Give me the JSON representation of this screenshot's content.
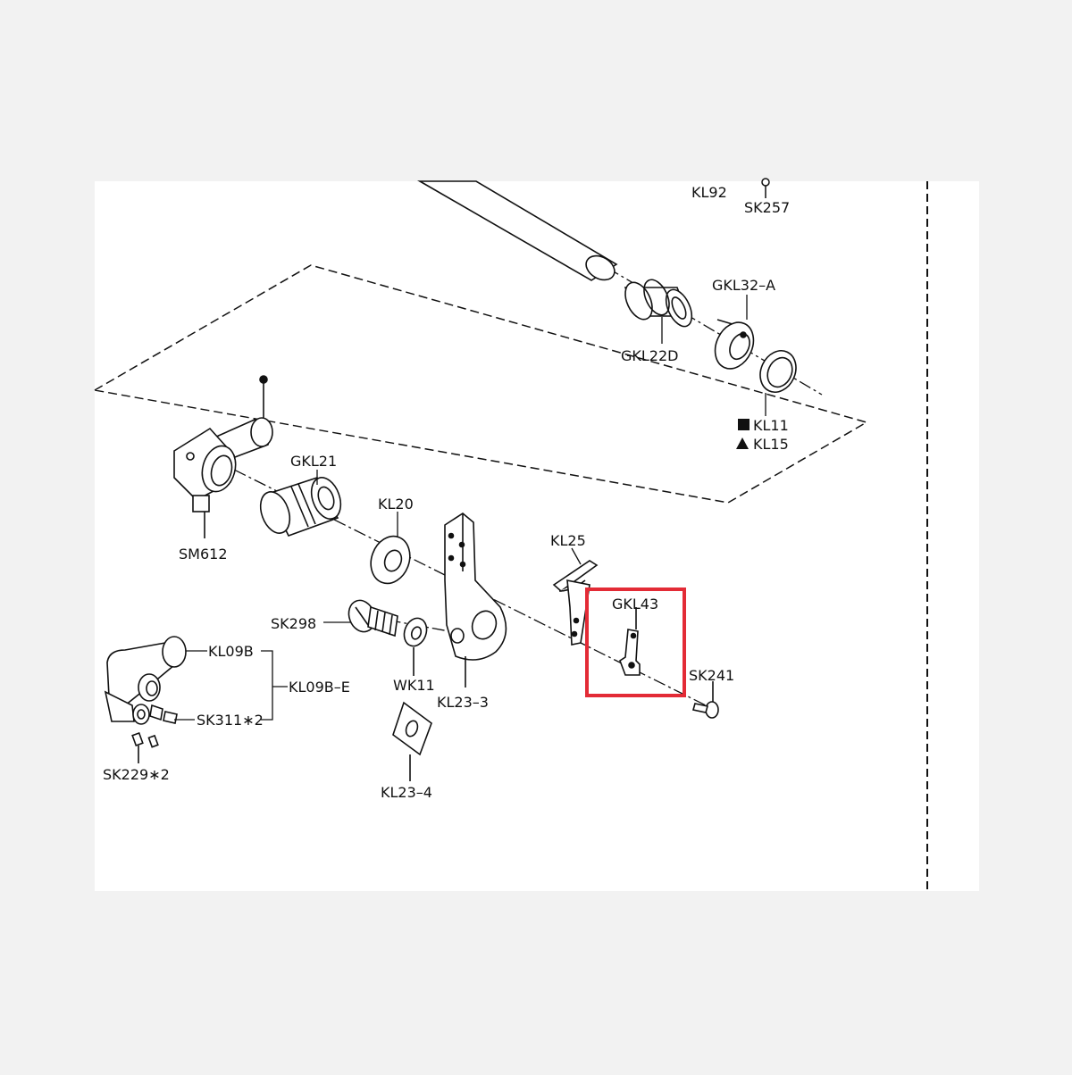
{
  "diagram": {
    "highlight_color": "#e32b36",
    "ink_color": "#111111",
    "sheet_color": "#ffffff",
    "backdrop_color": "#f2f2f2",
    "highlighted_part": "GKL43",
    "labels": {
      "kl92": "KL92",
      "sk257": "SK257",
      "gkl32a": "GKL32–A",
      "gkl22d": "GKL22D",
      "kl11": "KL11",
      "kl15": "KL15",
      "gkl21": "GKL21",
      "kl20": "KL20",
      "sm612": "SM612",
      "kl25": "KL25",
      "gkl43": "GKL43",
      "sk241": "SK241",
      "sk298": "SK298",
      "kl09b": "KL09B",
      "kl09be": "KL09B–E",
      "wk11": "WK11",
      "kl233": "KL23–3",
      "sk311": "SK311∗2",
      "sk229": "SK229∗2",
      "kl234": "KL23–4"
    }
  }
}
